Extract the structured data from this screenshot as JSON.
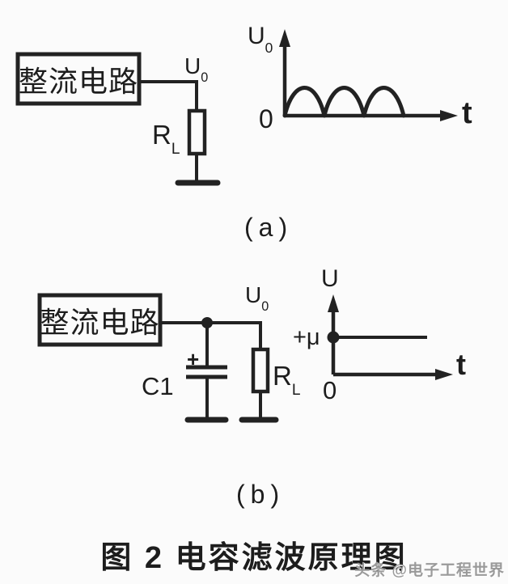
{
  "page": {
    "background_color": "#fbfbfb",
    "ink_color": "#222222",
    "watermark_color": "#9a9a9a"
  },
  "figure": {
    "part_a": {
      "circuit": {
        "box_label": "整流电路",
        "output_label": {
          "base": "U",
          "sub": "0"
        },
        "resistor_label": {
          "base": "R",
          "sub": "L"
        }
      },
      "graph": {
        "y_label": {
          "base": "U",
          "sub": "0"
        },
        "x_label": "t",
        "origin_label": "0"
      },
      "tag": "(a)"
    },
    "part_b": {
      "circuit": {
        "box_label": "整流电路",
        "output_label": {
          "base": "U",
          "sub": "0"
        },
        "capacitor_label": "C1",
        "capacitor_plus": "+",
        "resistor_label": {
          "base": "R",
          "sub": "L"
        }
      },
      "graph": {
        "y_label": "U",
        "x_label": "t",
        "origin_label": "0",
        "dc_level_label": "+μ"
      },
      "tag": "(b)"
    },
    "caption": "图 2 电容滤波原理图",
    "watermark": "头条 @电子工程世界"
  },
  "chart_data": [
    {
      "type": "line",
      "title": "(a) rectifier output without filter capacitor",
      "xlabel": "t",
      "ylabel": "U0",
      "origin_label": "0",
      "description": "Three equal half-sine rectified humps starting at the origin, returning to zero between each hump",
      "num_humps": 3,
      "grid": false,
      "legend": false
    },
    {
      "type": "line",
      "title": "(b) output with filter capacitor",
      "xlabel": "t",
      "ylabel": "U",
      "origin_label": "0",
      "description": "Constant DC level line at height +μ starting on the vertical axis (marked with a dot)",
      "dc_level_label": "+μ",
      "grid": false,
      "legend": false
    }
  ]
}
